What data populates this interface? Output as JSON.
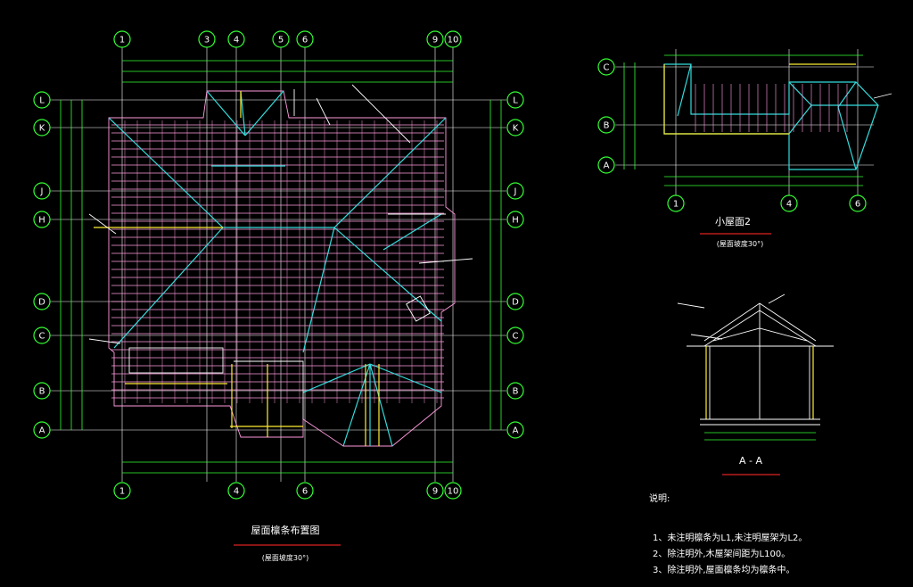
{
  "main_plan": {
    "title": "屋面檩条布置图",
    "scale": "(屋面坡度30°)",
    "top_axes": [
      "1",
      "3",
      "4",
      "5",
      "6",
      "9",
      "10"
    ],
    "bottom_axes": [
      "1",
      "4",
      "6",
      "9",
      "10"
    ],
    "side_axes": [
      "L",
      "K",
      "J",
      "H",
      "D",
      "C",
      "B",
      "A"
    ]
  },
  "small_plan": {
    "title": "小屋面2",
    "scale": "(屋面坡度30°)",
    "left_axes": [
      "C",
      "B",
      "A"
    ],
    "bottom_axes": [
      "1",
      "4",
      "6"
    ]
  },
  "section": {
    "title": "A - A"
  },
  "notes": {
    "heading": "说明:",
    "items": [
      "1、未注明檩条为L1,未注明屋架为L2。",
      "2、除注明外,木屋架间距为L100。",
      "3、除注明外,屋面檩条均为檩条中。"
    ]
  },
  "colors": {
    "grid_bubble": "#33ff33",
    "rafter": "#ff99dd",
    "ridge": "#33dddd",
    "beam": "#ffee33",
    "title_underline": "#dd2222"
  }
}
